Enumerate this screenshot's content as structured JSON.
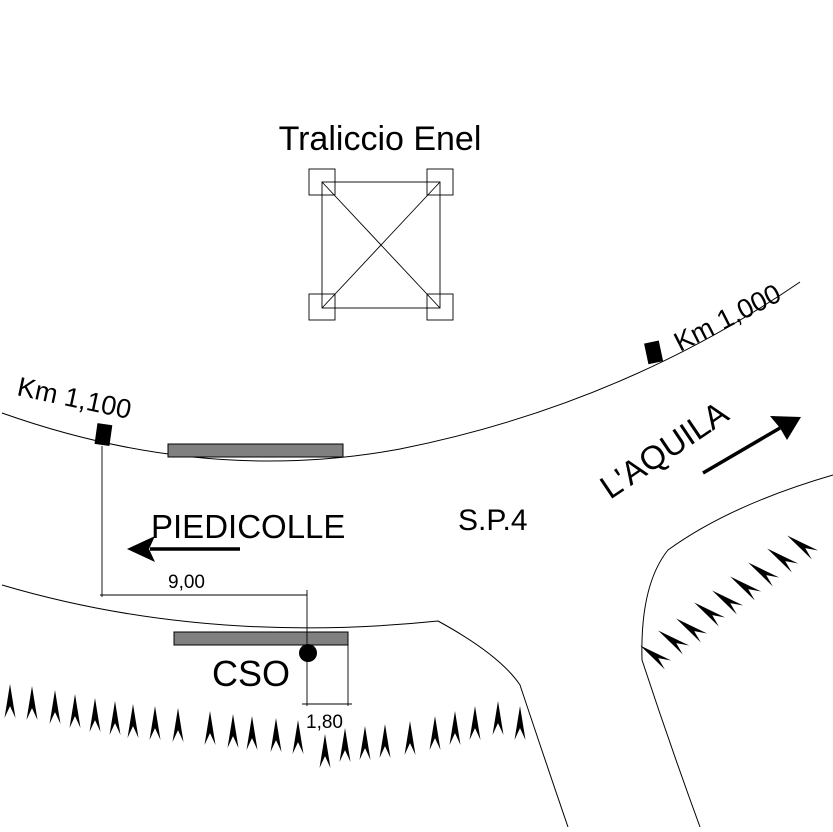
{
  "pylon": {
    "label": "Traliccio Enel"
  },
  "markers": {
    "km_1000": "Km 1,000",
    "km_1100": "Km 1,100"
  },
  "road": {
    "name": "S.P.4",
    "direction_left": "PIEDICOLLE",
    "direction_right": "L'AQUILA"
  },
  "dimensions": {
    "road_width": "9,00",
    "offset": "1,80"
  },
  "point": {
    "label": "CSO"
  },
  "colors": {
    "line": "#000000",
    "bar": "#808080",
    "marker": "#000000",
    "background": "#ffffff"
  }
}
